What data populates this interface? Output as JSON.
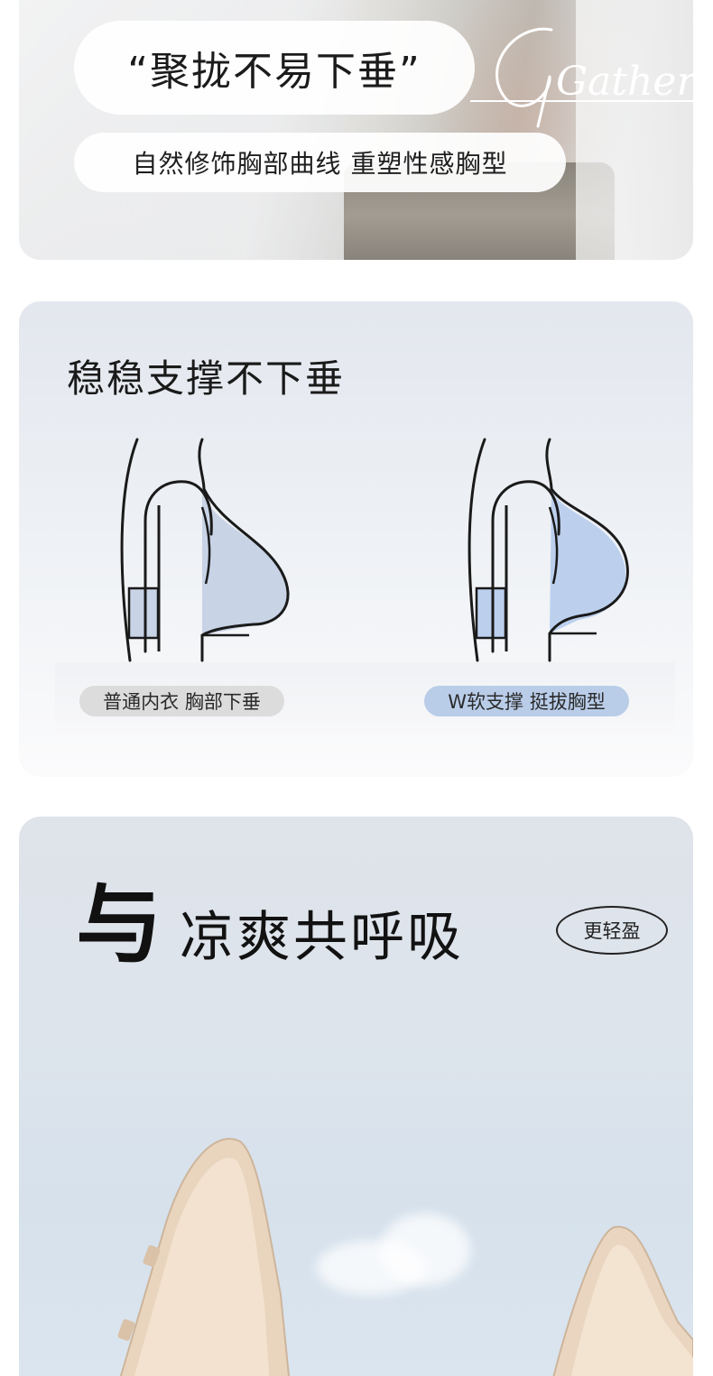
{
  "hero": {
    "headline": "“聚拢不易下垂”",
    "subline": "自然修饰胸部曲线 重塑性感胸型",
    "script_word": "Gather"
  },
  "support": {
    "title": "稳稳支撑不下垂",
    "left_badge": "普通内衣 胸部下垂",
    "right_badge": "W软支撑 挺拔胸型",
    "colors": {
      "normal": "#c8d3e6",
      "w_support": "#bcd0ee",
      "badge_left": "#dcdcdc",
      "badge_right": "#b9cde9"
    }
  },
  "breathe": {
    "lead_glyph": "与",
    "headline": "凉爽共呼吸",
    "tag": "更轻盈"
  }
}
